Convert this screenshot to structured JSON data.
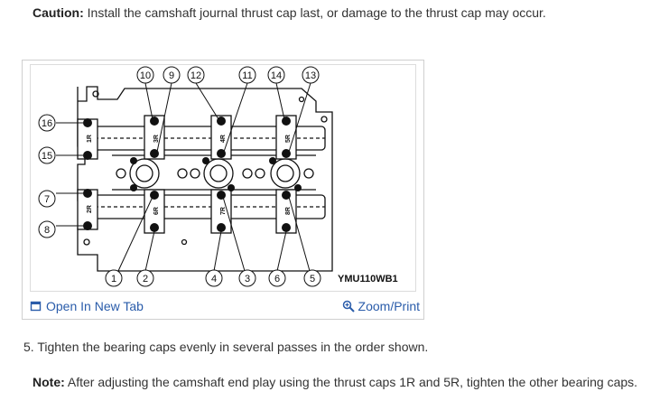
{
  "caution": {
    "label": "Caution:",
    "text": " Install the camshaft journal thrust cap last, or damage to the thrust cap may occur."
  },
  "figure": {
    "code": "YMU110WB1",
    "callouts_top": [
      "10",
      "9",
      "12",
      "11",
      "14",
      "13"
    ],
    "callouts_left": [
      "16",
      "15",
      "7",
      "8"
    ],
    "callouts_bottom": [
      "1",
      "2",
      "4",
      "3",
      "6",
      "5"
    ],
    "cap_labels": [
      "1R",
      "3R",
      "4R",
      "5R",
      "2R",
      "6R",
      "7R",
      "8R"
    ],
    "open_tab": "Open In New Tab",
    "zoom_print": "Zoom/Print",
    "open_icon": "new-tab-icon",
    "zoom_icon": "magnifier-icon",
    "link_color": "#2a5caa"
  },
  "step": "5. Tighten the bearing caps evenly in several passes in the order shown.",
  "note": {
    "label": "Note:",
    "text": " After adjusting the camshaft end play using the thrust caps 1R and 5R, tighten the other bearing caps."
  }
}
